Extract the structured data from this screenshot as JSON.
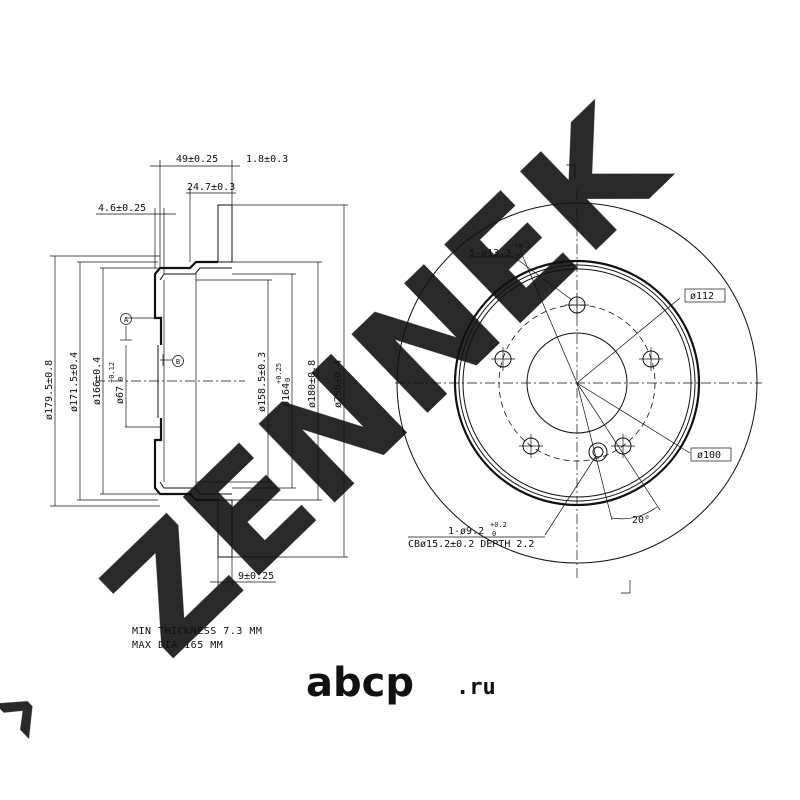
{
  "colors": {
    "line": "#111111",
    "watermark": "#c8c8c8",
    "logo": "#bdbdbd",
    "background": "#ffffff"
  },
  "watermark": {
    "text": "ZENNEK",
    "mark": "›"
  },
  "logo": {
    "main": "abcp",
    "suffix": ".ru"
  },
  "side_view": {
    "dims": {
      "width_49": "49±0.25",
      "thk_1_8": "1.8±0.3",
      "width_24_7": "24.7±0.3",
      "width_4_6": "4.6±0.25",
      "width_9": "9±0.25",
      "dia_179_5": "ø179.5±0.8",
      "dia_171_5": "ø171.5±0.4",
      "dia_166": "ø166±0.4",
      "dia_67": "ø67",
      "dia_67_tol": "+0.12",
      "dia_67_tol0": "0",
      "dia_158_5": "ø158.5±0.3",
      "dia_164": "ø164",
      "dia_164_tol": "+0.25",
      "dia_164_tol0": "0",
      "dia_180": "ø180±0.8",
      "dia_258": "ø258±0.4"
    },
    "datum_a": "A",
    "datum_b": "B"
  },
  "front_view": {
    "holes_label": "5-ø13.3",
    "holes_tol": "+0.2",
    "holes_tol0": "0",
    "pcd_112": "ø112",
    "pcd_100": "ø100",
    "angle": "20°",
    "pin_hole": "1-ø9.2",
    "pin_tol": "+0.2",
    "pin_tol0": "0",
    "counterbore": "CBø15.2±0.2 DEPTH 2.2"
  },
  "notes": {
    "min_thickness": "MIN THICKNESS 7.3 MM",
    "max_dia": "MAX DIA 165 MM"
  }
}
